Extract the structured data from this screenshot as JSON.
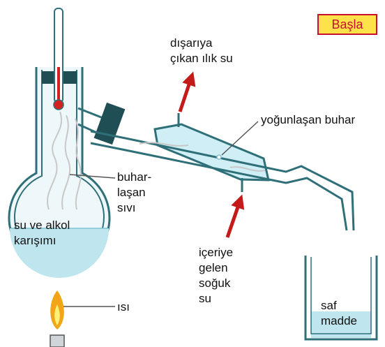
{
  "button": {
    "label": "Başla"
  },
  "labels": {
    "outlet_line1": "dışarıya",
    "outlet_line2": "çıkan ılık su",
    "vapor": "yoğunlaşan buhar",
    "evap_line1": "buhar-",
    "evap_line2": "laşan",
    "evap_line3": "sıvı",
    "mixture_line1": "su ve alkol",
    "mixture_line2": "karışımı",
    "inlet_line1": "içeriye",
    "inlet_line2": "gelen",
    "inlet_line3": "soğuk",
    "inlet_line4": "su",
    "heat": "ısı",
    "product_line1": "saf",
    "product_line2": "madde"
  },
  "colors": {
    "glass_outline": "#2f6f78",
    "glass_fill": "#eef7f9",
    "liquid": "#bfe6ee",
    "stopper": "#1f4f55",
    "arrow": "#c41a1a",
    "thermometer_bulb": "#d42020",
    "flame_outer": "#f2a516",
    "flame_inner": "#fff07a",
    "button_bg": "#ffe14a",
    "button_text": "#c8102e"
  }
}
